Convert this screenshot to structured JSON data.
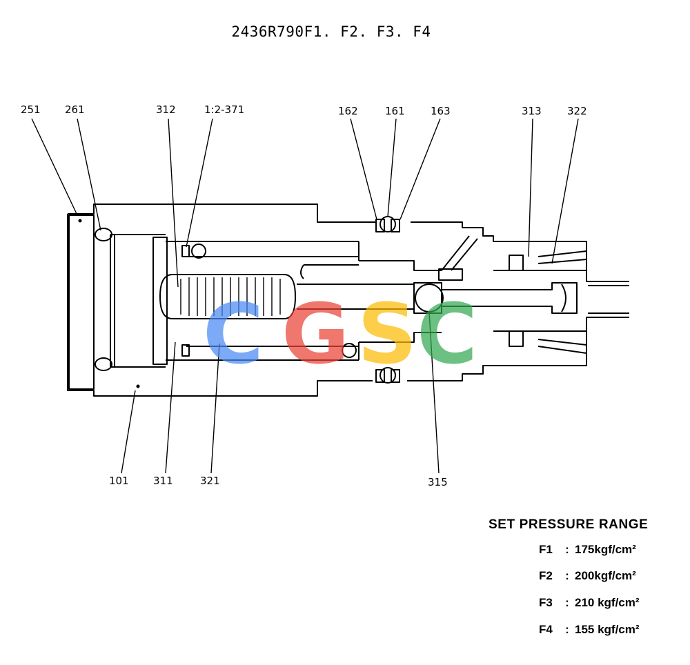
{
  "title": "2436R790F1. F2. F3. F4",
  "part_labels": {
    "p251": "251",
    "p261": "261",
    "p312": "312",
    "p12371": "1:2-371",
    "p162": "162",
    "p161": "161",
    "p163": "163",
    "p313": "313",
    "p322": "322",
    "p101": "101",
    "p311": "311",
    "p321": "321",
    "p315": "315"
  },
  "watermark": "CGSC",
  "watermark_colors": [
    "#4a8af4",
    "#ea4335",
    "#fbbc05",
    "#34a853"
  ],
  "set_pressure": {
    "title": "SET PRESSURE RANGE",
    "rows": [
      {
        "code": "F1",
        "sep": ":",
        "value": "175kgf/cm²"
      },
      {
        "code": "F2",
        "sep": ":",
        "value": "200kgf/cm²"
      },
      {
        "code": "F3",
        "sep": ":",
        "value": "210 kgf/cm²"
      },
      {
        "code": "F4",
        "sep": ":",
        "value": "155 kgf/cm²"
      }
    ]
  }
}
